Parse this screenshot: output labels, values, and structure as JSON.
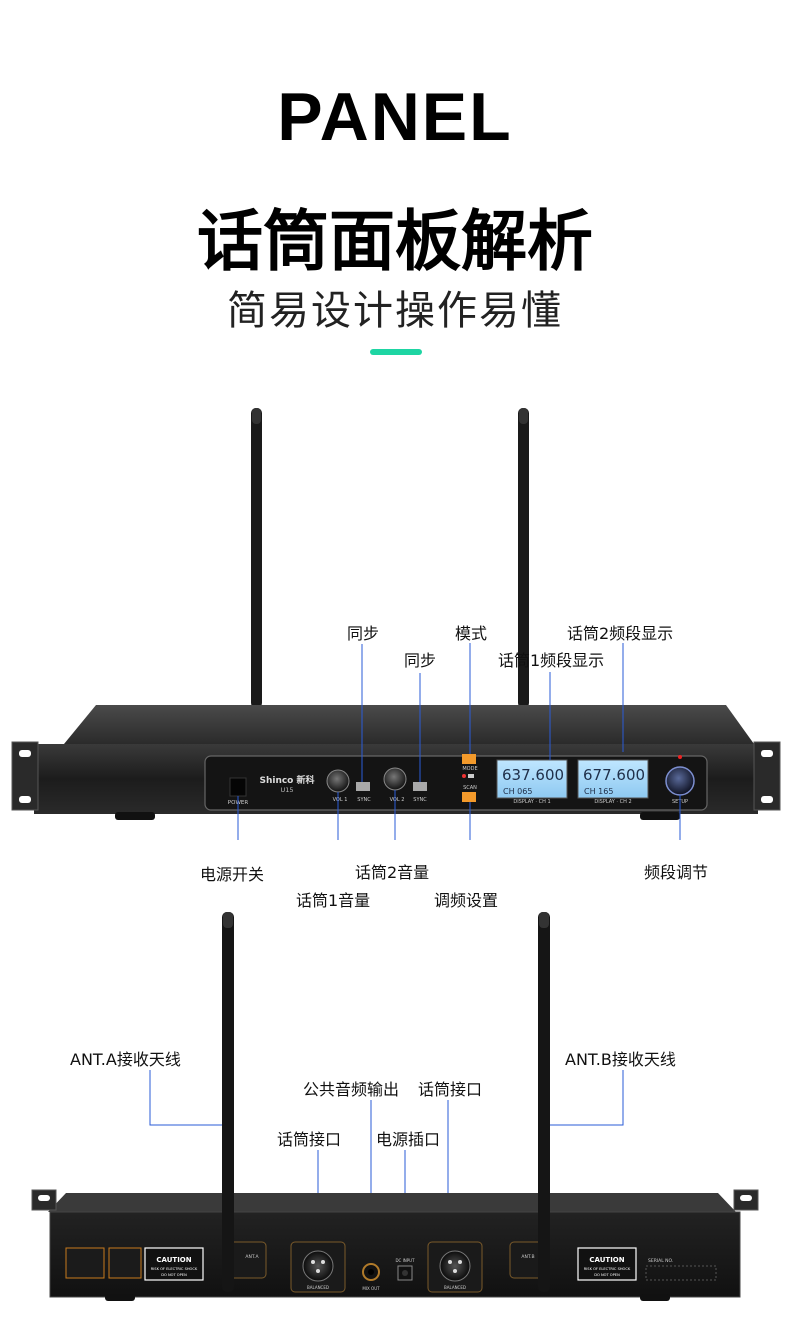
{
  "header": {
    "title_en": "PANEL",
    "title_cn": "话筒面板解析",
    "subtitle_cn": "简易设计操作易懂",
    "accent_color": "#1ed5a3"
  },
  "front_panel": {
    "brand": "Shinco 新科",
    "model": "U15",
    "display_1": {
      "freq": "637.600",
      "ch": "CH 065"
    },
    "display_2": {
      "freq": "677.600",
      "ch": "CH 165"
    },
    "printed": {
      "power": "POWER",
      "vol1": "VOL 1",
      "sync1": "SYNC",
      "vol2": "VOL 2",
      "sync2": "SYNC",
      "mode": "MODE",
      "scan": "SCAN",
      "display_ch1": "DISPLAY · CH 1",
      "display_ch2": "DISPLAY · CH 2",
      "setup": "SETUP"
    },
    "callouts": {
      "sync_1": "同步",
      "mode": "模式",
      "mic2_freq_display": "话筒2频段显示",
      "sync_2": "同步",
      "mic1_freq_display": "话筒1频段显示",
      "power_switch": "电源开关",
      "mic2_volume": "话筒2音量",
      "freq_adjust": "频段调节",
      "mic1_volume": "话筒1音量",
      "freq_setting": "调频设置"
    }
  },
  "rear_panel": {
    "printed": {
      "ant_a": "ANT.A",
      "ant_b": "ANT.B",
      "caution": "CAUTION",
      "caution_text_1": "RISK OF ELECTRIC SHOCK",
      "caution_text_2": "DO NOT OPEN",
      "mix_out": "MIX OUT",
      "dc_input": "DC INPUT",
      "balanced": "BALANCED",
      "serial_no": "SERIAL NO."
    },
    "callouts": {
      "ant_a_antenna": "ANT.A接收天线",
      "ant_b_antenna": "ANT.B接收天线",
      "public_audio_output": "公共音频输出",
      "mic_jack_right": "话筒接口",
      "mic_jack_left": "话筒接口",
      "power_socket": "电源插口"
    }
  }
}
